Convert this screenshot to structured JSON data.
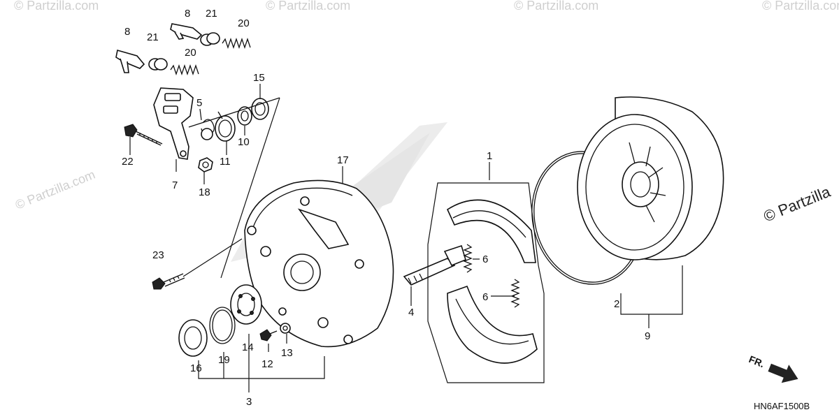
{
  "watermarks": [
    "© Partzilla.com",
    "© Partzilla.com",
    "© Partzilla.com",
    "© Partzilla.com",
    "© Partzilla.com"
  ],
  "brand": "© Partzilla",
  "diagram_code": "HN6AF1500B",
  "front_label": "FR.",
  "callouts": {
    "c8a": "8",
    "c21a": "21",
    "c20a": "20",
    "c8b": "8",
    "c21b": "21",
    "c20b": "20",
    "c15": "15",
    "c5": "5",
    "c10": "10",
    "c11": "11",
    "c22": "22",
    "c7": "7",
    "c18": "18",
    "c17": "17",
    "c1": "1",
    "c6a": "6",
    "c6b": "6",
    "c4": "4",
    "c23": "23",
    "c2": "2",
    "c9": "9",
    "c16": "16",
    "c19": "19",
    "c14": "14",
    "c12": "12",
    "c13": "13",
    "c3": "3"
  }
}
